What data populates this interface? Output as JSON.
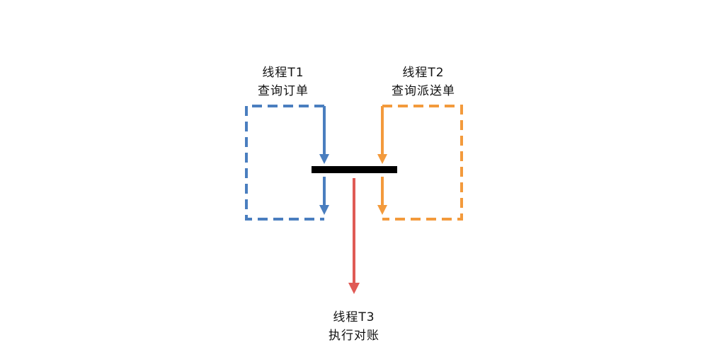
{
  "threads": {
    "t1": {
      "name": "线程T1",
      "task": "查询订单",
      "color": "#4a7ebf"
    },
    "t2": {
      "name": "线程T2",
      "task": "查询派送单",
      "color": "#f39a3c"
    },
    "t3": {
      "name": "线程T3",
      "task": "执行对账",
      "color": "#e05a55"
    }
  },
  "barrier_color": "#000000"
}
